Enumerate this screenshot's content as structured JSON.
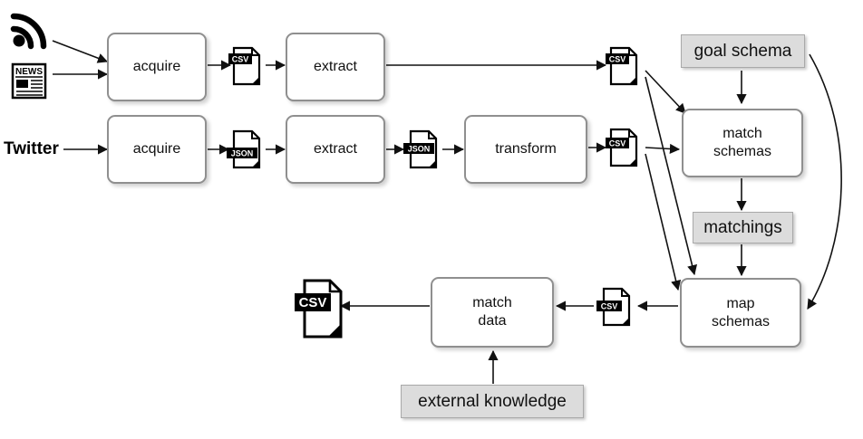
{
  "sources": {
    "twitter_label": "Twitter",
    "rss_icon": "rss-feed-icon",
    "news_icon": "newspaper-icon",
    "news_icon_text": "NEWS"
  },
  "processes": {
    "acquire_1": "acquire",
    "extract_1": "extract",
    "acquire_2": "acquire",
    "extract_2": "extract",
    "transform": "transform",
    "match_schemas": "match\nschemas",
    "map_schemas": "map\nschemas",
    "match_data": "match\ndata"
  },
  "artifacts": {
    "goal_schema": "goal schema",
    "matchings": "matchings",
    "external_knowledge": "external knowledge"
  },
  "file_icons": {
    "csv": "CSV",
    "json": "JSON"
  }
}
